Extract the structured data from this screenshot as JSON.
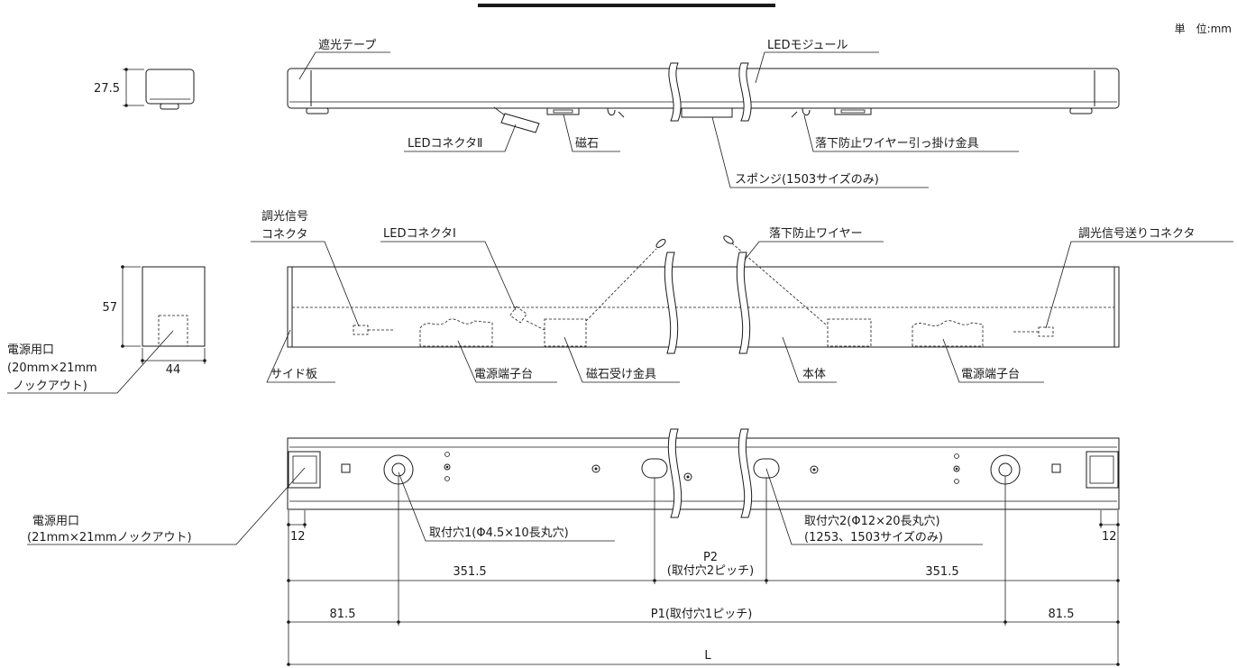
{
  "unit_label": "単　位:mm",
  "top_view": {
    "height_dim": "27.5",
    "label_tape": "遮光テープ",
    "label_led_module": "LEDモジュール",
    "label_connector2": "LEDコネクタⅡ",
    "label_magnet": "磁石",
    "label_hook": "落下防止ワイヤー引っ掛け金具",
    "label_sponge": "スポンジ(1503サイズのみ)"
  },
  "front_view": {
    "height_dim": "57",
    "width_dim": "44",
    "label_knockout_line1": "電源用口",
    "label_knockout_line2": "(20mm×21mm",
    "label_knockout_line3": "ノックアウト)",
    "label_dim_signal_line1": "調光信号",
    "label_dim_signal_line2": "コネクタ",
    "label_connector1": "LEDコネクタⅠ",
    "label_fall_wire": "落下防止ワイヤー",
    "label_send_connector": "調光信号送りコネクタ",
    "label_side_plate": "サイド板",
    "label_terminal_left": "電源端子台",
    "label_magnet_bracket": "磁石受け金具",
    "label_body": "本体",
    "label_terminal_right": "電源端子台"
  },
  "bottom_view": {
    "label_knockout_line1": "電源用口",
    "label_knockout_line2": "(21mm×21mmノックアウト)",
    "label_hole1": "取付穴1(Φ4.5×10長丸穴)",
    "label_hole2_line1": "取付穴2(Φ12×20長丸穴)",
    "label_hole2_line2": "(1253、1503サイズのみ)",
    "dim_12_left": "12",
    "dim_12_right": "12",
    "label_p2": "P2",
    "label_p2_note": "(取付穴2ピッチ)",
    "dim_351_left": "351.5",
    "dim_351_right": "351.5",
    "dim_81_left": "81.5",
    "dim_81_right": "81.5",
    "label_p1": "P1(取付穴1ピッチ)",
    "label_l": "L"
  }
}
